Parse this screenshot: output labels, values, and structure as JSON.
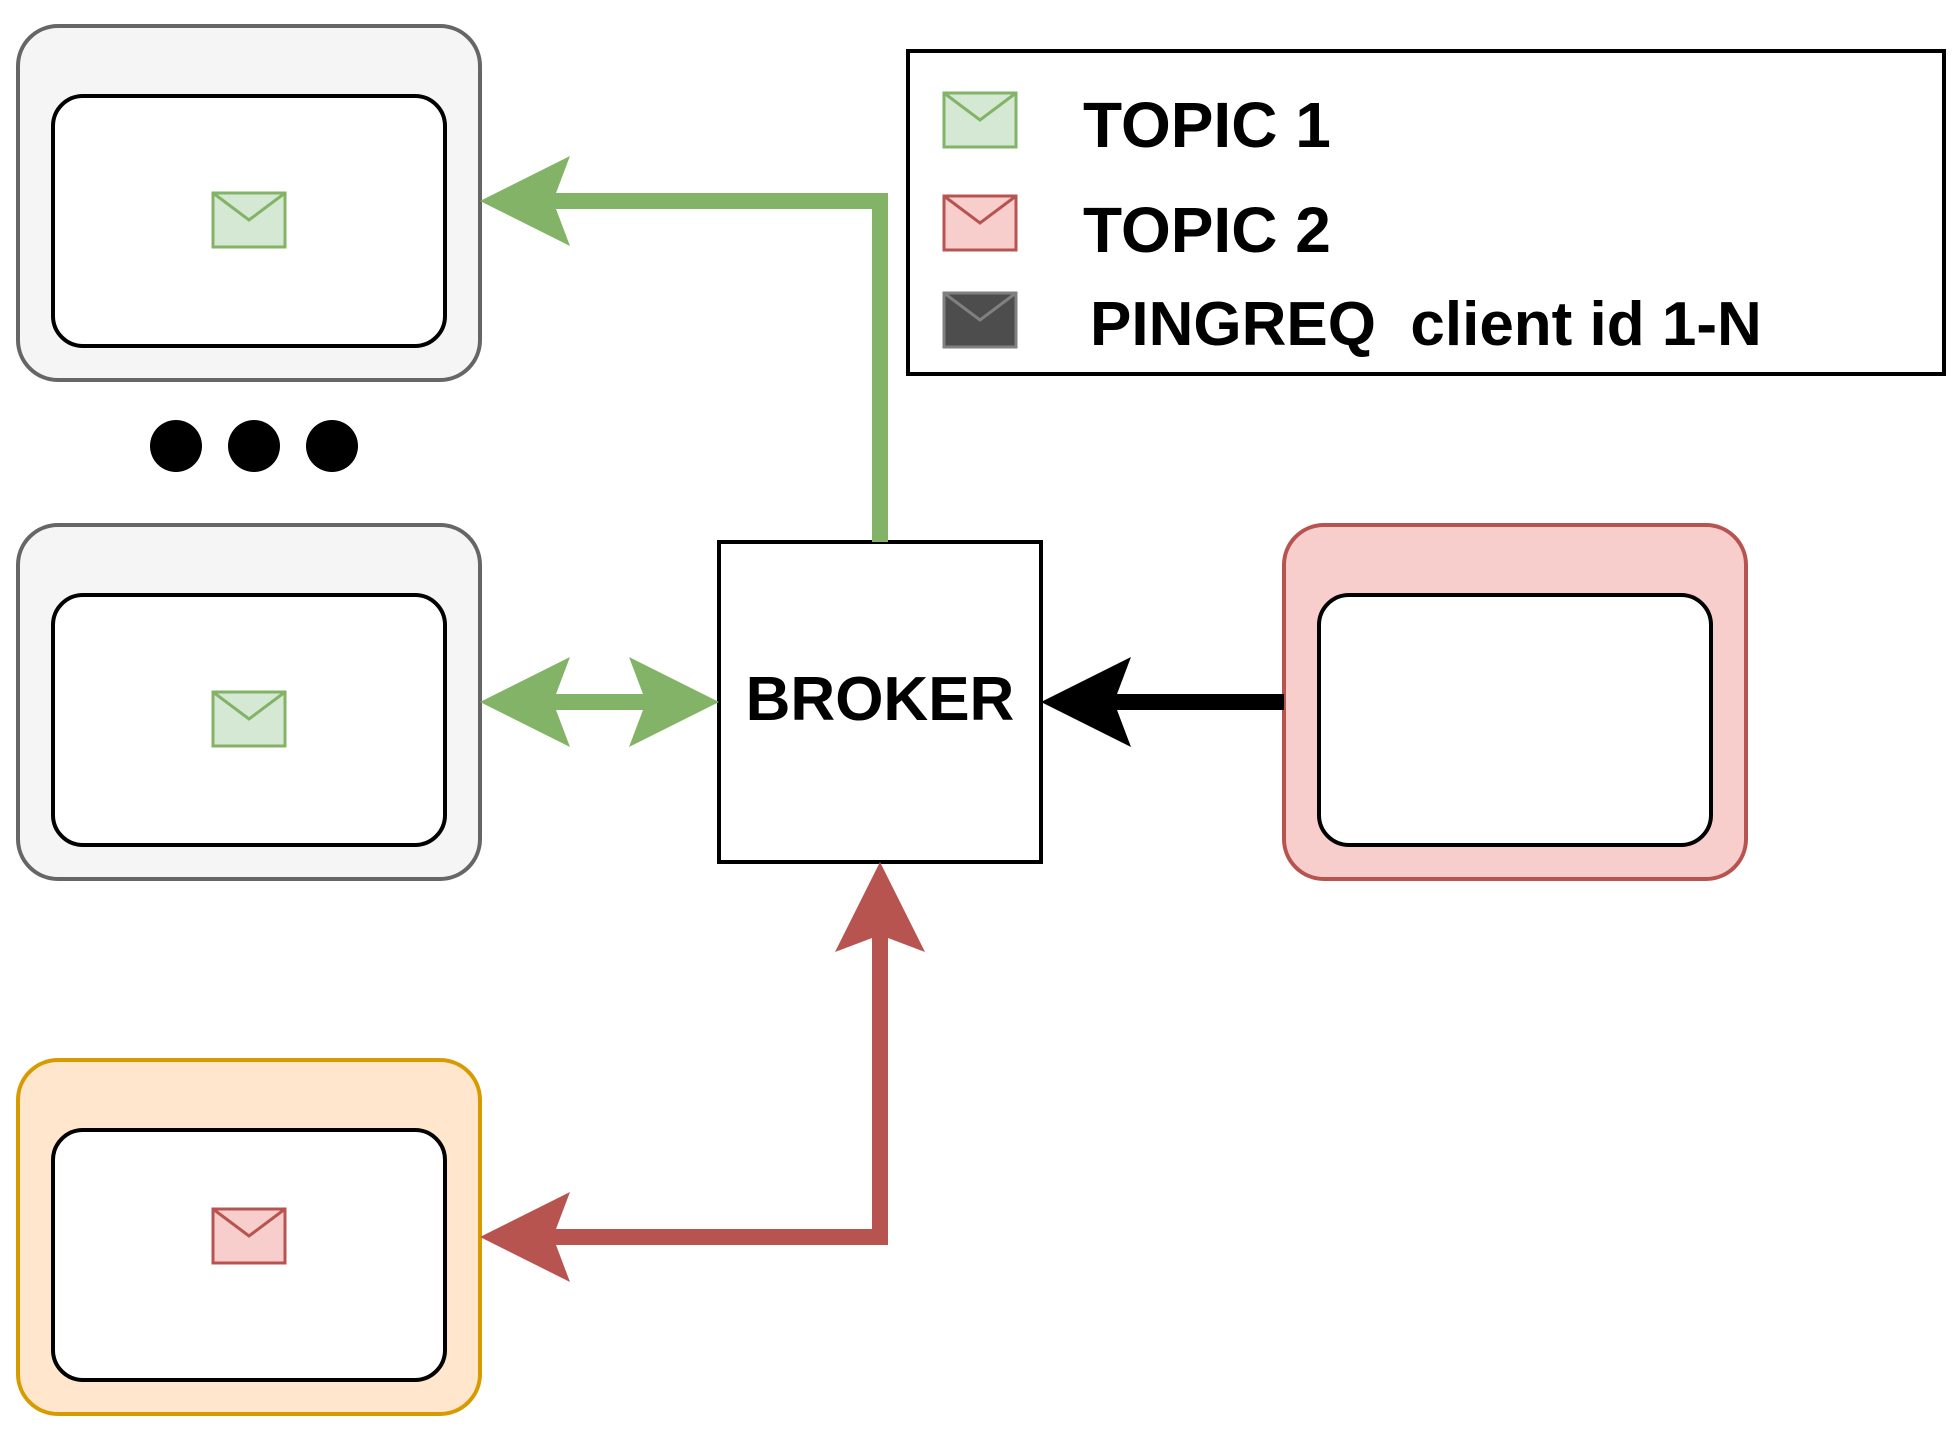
{
  "legend": {
    "items": [
      {
        "label": "TOPIC 1",
        "icon": "envelope-green-icon",
        "fill": "#d5e8d4",
        "stroke": "#82b366"
      },
      {
        "label": "TOPIC 2",
        "icon": "envelope-red-icon",
        "fill": "#f8cecc",
        "stroke": "#b85450"
      },
      {
        "label": "PINGREQ  client id 1-N",
        "icon": "envelope-dark-icon",
        "fill": "#4d4d4d",
        "stroke": "#808080"
      }
    ]
  },
  "broker": {
    "label": "BROKER"
  },
  "clients": [
    {
      "id": "client-top",
      "style": "gray",
      "message": "topic-1"
    },
    {
      "id": "client-middle",
      "style": "gray",
      "message": "topic-1"
    },
    {
      "id": "client-bottom",
      "style": "orange",
      "message": "topic-2"
    },
    {
      "id": "client-right",
      "style": "red",
      "message": "none"
    }
  ],
  "colors": {
    "topic1": "#82b366",
    "topic2": "#b85450",
    "ping": "#000000",
    "gray_fill": "#f5f5f5",
    "gray_stroke": "#666666",
    "orange_fill": "#ffe6cc",
    "orange_stroke": "#d79b00",
    "red_fill": "#f8cecc",
    "red_stroke": "#b85450"
  }
}
